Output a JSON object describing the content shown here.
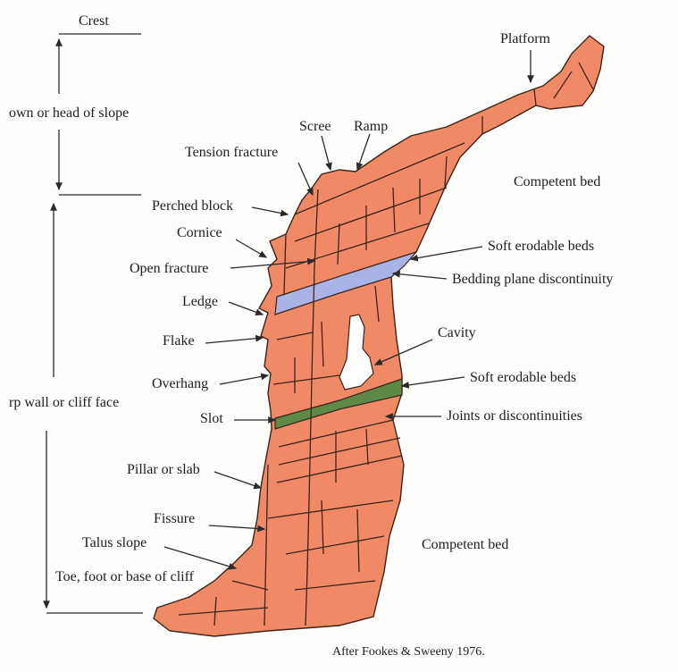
{
  "figure": {
    "credit": "After Fookes & Sweeny 1976.",
    "colors": {
      "rock": "#f08a66",
      "bedding_plane_band": "#a9b3e6",
      "soft_bed_band": "#5f8a45",
      "outline": "#3a2418",
      "background": "#fdfdfc"
    },
    "zones": {
      "crest": "Crest",
      "crown": "own or head of slope",
      "cliff_face": "rp wall or cliff face"
    },
    "labels": {
      "platform": "Platform",
      "scree": "Scree",
      "ramp": "Ramp",
      "tension_fracture": "Tension fracture",
      "competent_bed_upper": "Competent bed",
      "perched_block": "Perched block",
      "cornice": "Cornice",
      "soft_beds_upper": "Soft erodable beds",
      "open_fracture": "Open fracture",
      "bedding_plane": "Bedding plane discontinuity",
      "ledge": "Ledge",
      "flake": "Flake",
      "cavity": "Cavity",
      "overhang": "Overhang",
      "soft_beds_lower": "Soft erodable beds",
      "slot": "Slot",
      "joints": "Joints or discontinuities",
      "pillar": "Pillar or slab",
      "fissure": "Fissure",
      "competent_bed_lower": "Competent bed",
      "talus": "Talus slope",
      "toe": "Toe, foot or base of cliff"
    }
  }
}
